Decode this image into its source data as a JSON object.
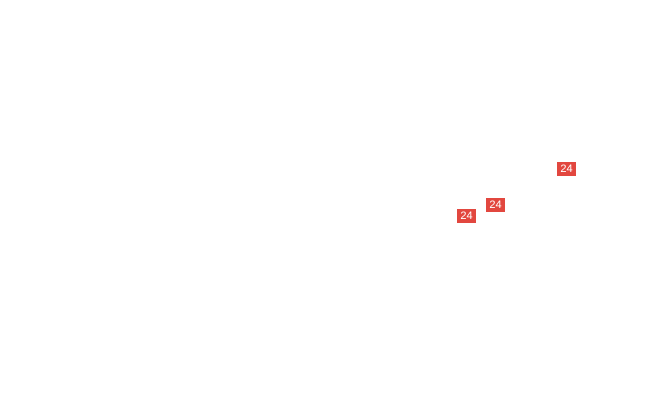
{
  "colors": {
    "background": "#ffffff",
    "marker_fill": "#e2473f",
    "marker_text": "#ffffff"
  },
  "markers": [
    {
      "label": "24"
    },
    {
      "label": "24"
    },
    {
      "label": "24"
    }
  ]
}
